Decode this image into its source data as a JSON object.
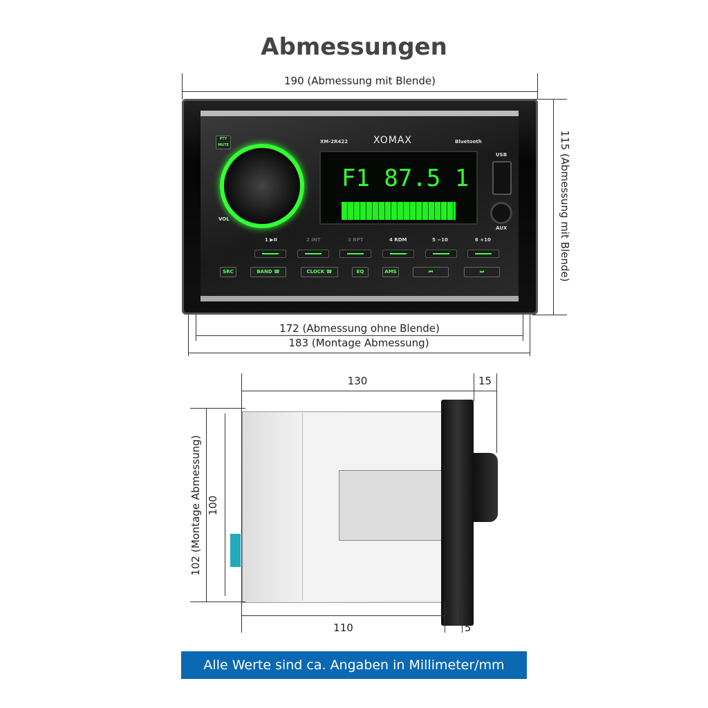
{
  "title": "Abmessungen",
  "front": {
    "width_bezel": "190 (Abmessung mit Blende)",
    "height_bezel": "115 (Abmessung mit Blende)",
    "width_no_bezel": "172 (Abmessung ohne Blende)",
    "width_mount": "183 (Montage Abmessung)"
  },
  "radio": {
    "model": "XM-2R422",
    "brand": "XOMAX",
    "bluetooth": "Bluetooth",
    "usb": "USB",
    "aux": "AUX",
    "vol": "VOL",
    "pty": "PTY MUTE",
    "display": "F1 87.5 1",
    "presets": [
      "1 ▶II",
      "2 INT",
      "3 RPT",
      "4 RDM",
      "5 −10",
      "6 +10"
    ],
    "buttons": [
      "SRC",
      "BAND ☎",
      "CLOCK ☎",
      "EQ",
      "AMS",
      "⏮",
      "⏭"
    ]
  },
  "side": {
    "depth": "130",
    "plate_depth": "15",
    "height_mount": "102 (Montage Abmessung)",
    "height": "100",
    "body_depth": "110",
    "plate": "5"
  },
  "footer": "Alle Werte sind ca. Angaben in Millimeter/mm"
}
